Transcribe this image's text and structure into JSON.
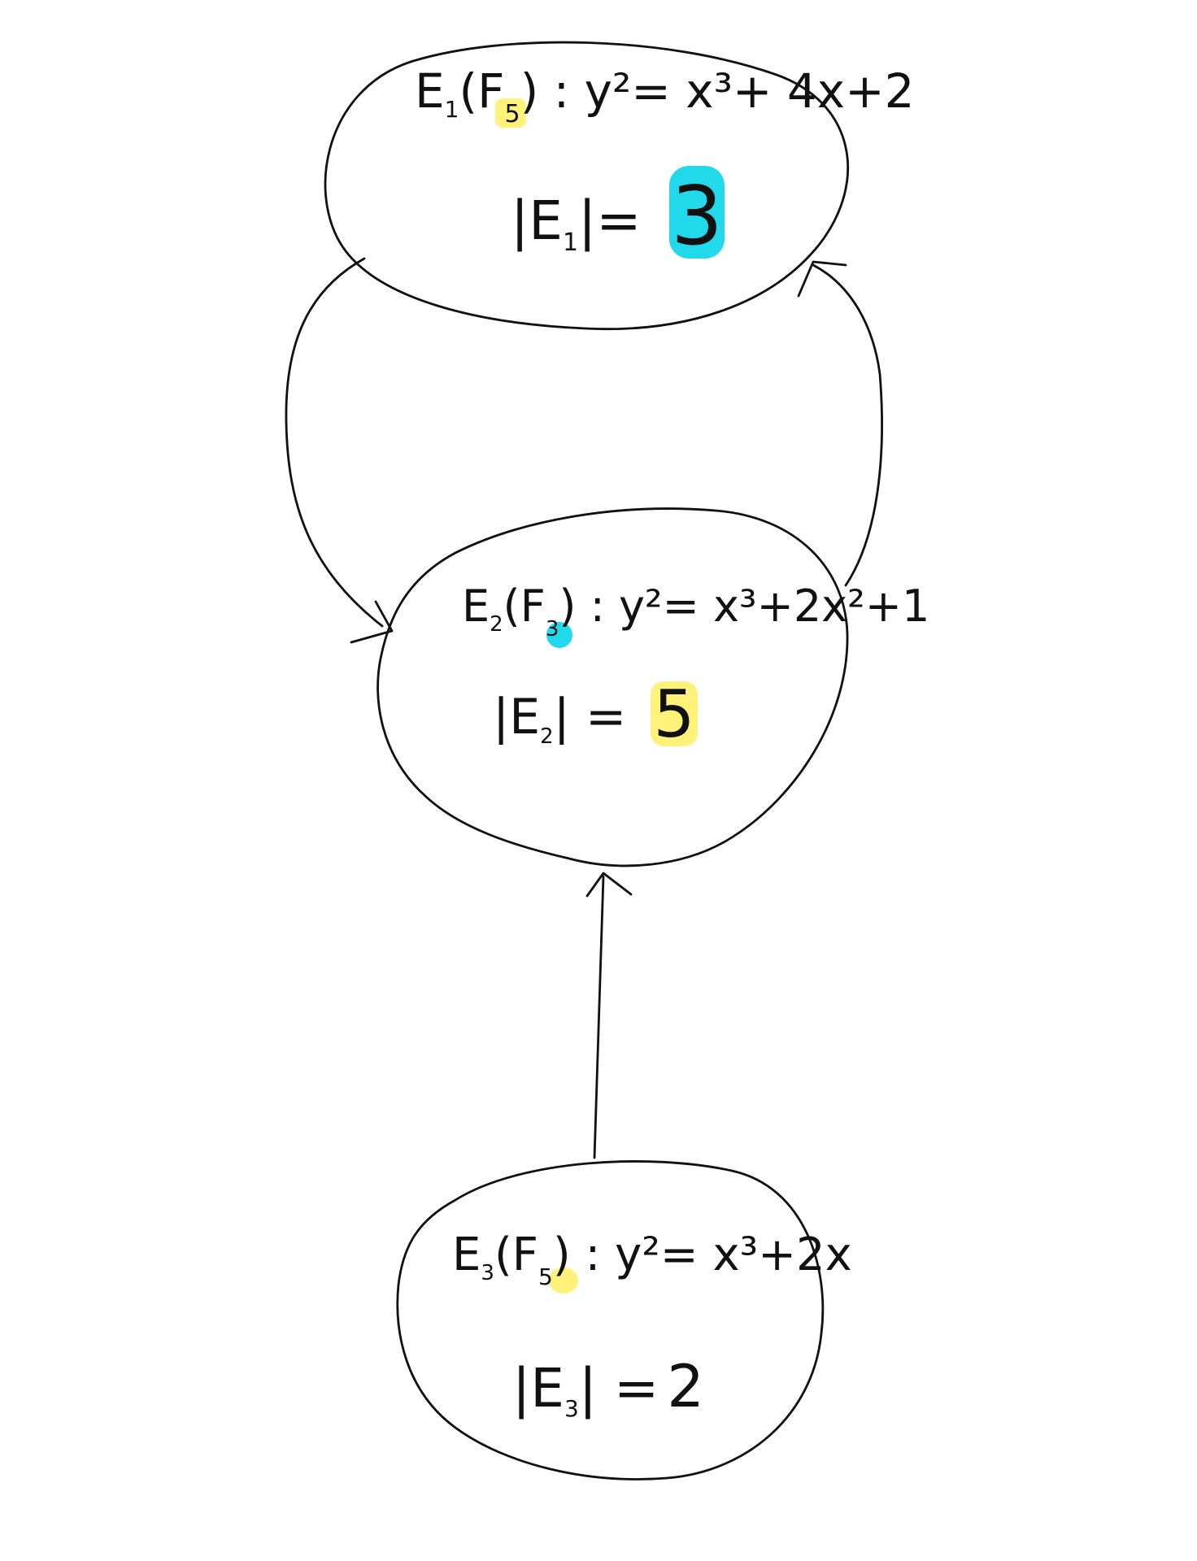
{
  "colors": {
    "ink": "#111111",
    "yellow_highlight": "#fff27a",
    "cyan_highlight": "#22d9ec",
    "background": "#ffffff"
  },
  "nodes": {
    "e1": {
      "curve_name": "E",
      "curve_index": "1",
      "field_symbol": "F",
      "field_subscript": "5",
      "equation_lhs": "y²",
      "equation_rhs": "= x³+ 4x+2",
      "order_label": "|E",
      "order_index": "1",
      "order_suffix": "|=",
      "order_value": "3"
    },
    "e2": {
      "curve_name": "E",
      "curve_index": "2",
      "field_symbol": "F",
      "field_subscript": "3",
      "equation_lhs": "y²",
      "equation_rhs": "= x³+2x²+1",
      "order_label": "|E",
      "order_index": "2",
      "order_suffix": "| =",
      "order_value": "5"
    },
    "e3": {
      "curve_name": "E",
      "curve_index": "3",
      "field_symbol": "F",
      "field_subscript": "5",
      "equation_lhs": "y²",
      "equation_rhs": "= x³+2x",
      "order_label": "|E",
      "order_index": "3",
      "order_suffix": "| =",
      "order_value": "2"
    }
  },
  "edges": [
    {
      "from": "e1",
      "to": "e2"
    },
    {
      "from": "e2",
      "to": "e1"
    },
    {
      "from": "e3",
      "to": "e2"
    }
  ]
}
